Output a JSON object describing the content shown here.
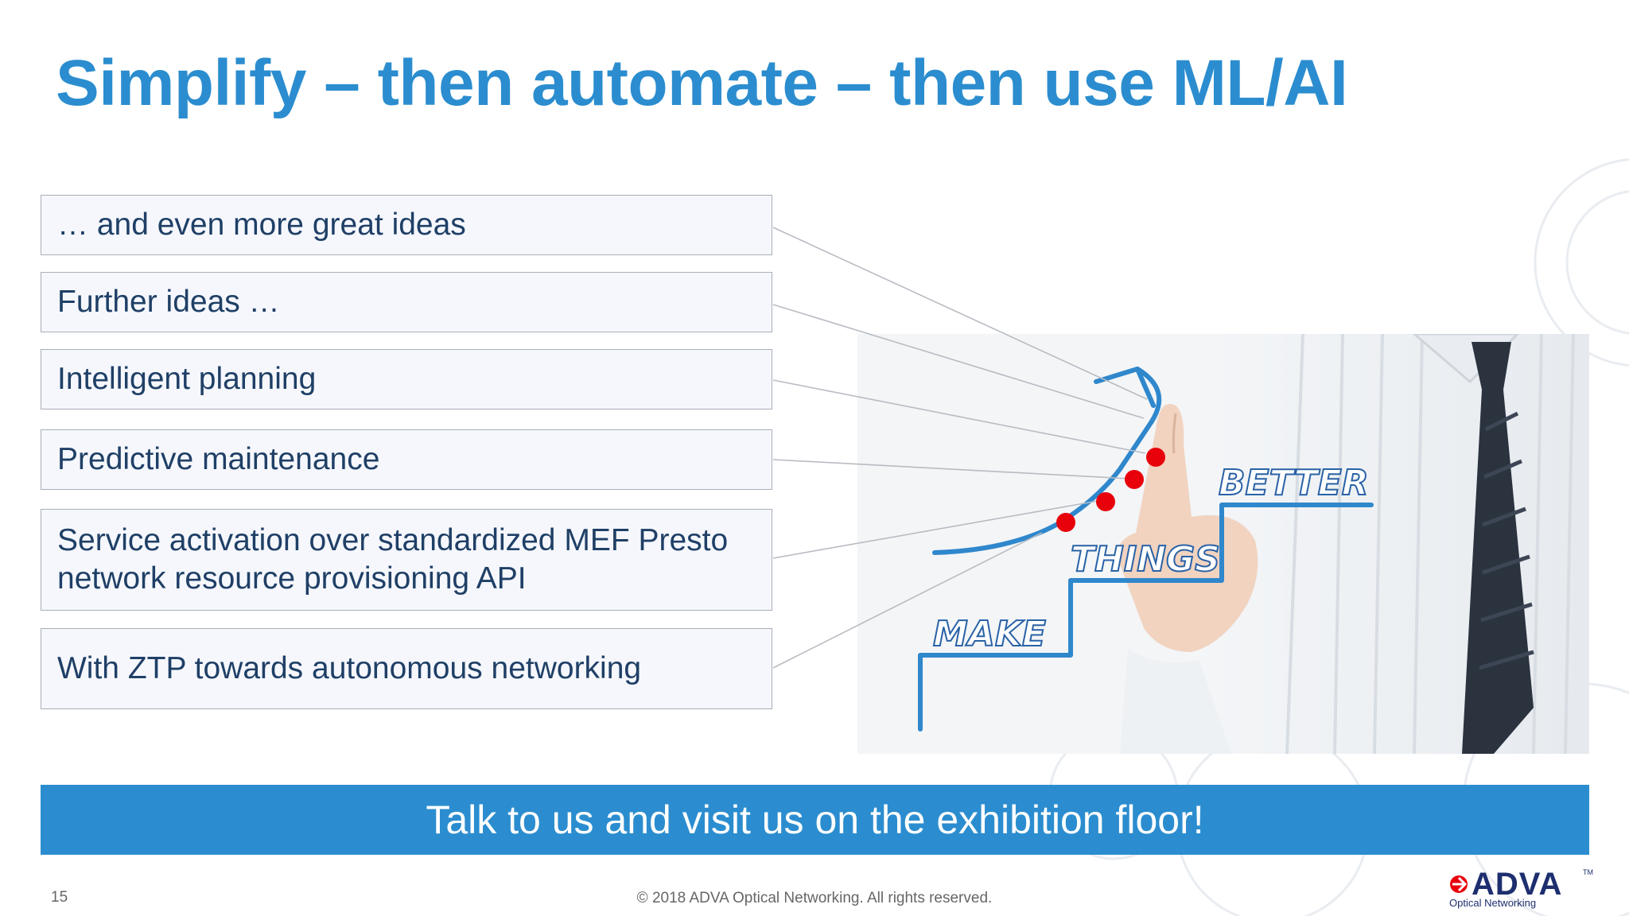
{
  "slide": {
    "title": "Simplify – then automate – then use ML/AI",
    "ideas": [
      "… and even more great ideas",
      "Further ideas …",
      "Intelligent planning",
      "Predictive maintenance",
      "Service activation over standardized MEF Presto network resource provisioning API",
      "With ZTP towards autonomous networking"
    ],
    "image": {
      "words": [
        "MAKE",
        "THINGS",
        "BETTER"
      ]
    },
    "banner": "Talk to us and visit us on the exhibition floor!",
    "page_number": "15",
    "copyright": "© 2018 ADVA Optical Networking. All rights reserved.",
    "logo": {
      "name": "ADVA",
      "tm": "TM",
      "subtitle": "Optical Networking"
    }
  },
  "colors": {
    "title": "#2b8dcf",
    "banner": "#2b8dcf",
    "box_fill": "#f5f7fc",
    "box_border": "#a9aeb6",
    "box_text": "#1f3f66",
    "marker": "#e8000b",
    "logo": "#1d2f6f"
  }
}
